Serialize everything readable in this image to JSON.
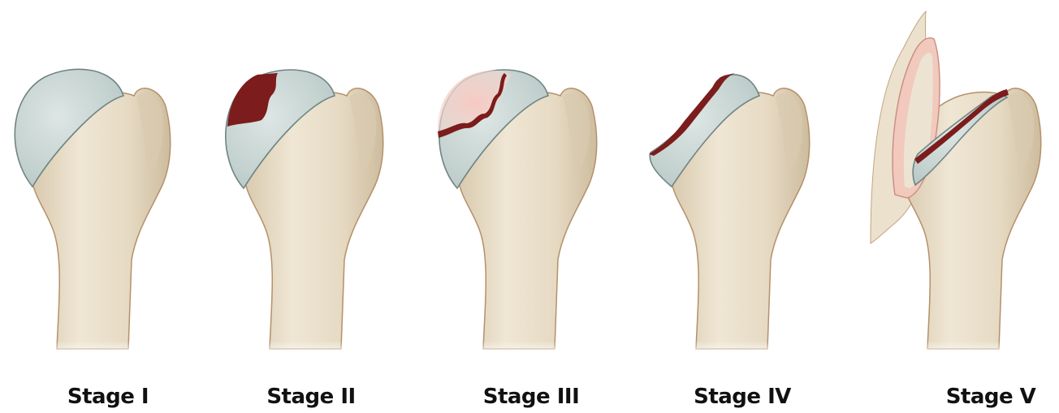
{
  "stages": [
    {
      "label": "Stage I"
    },
    {
      "label": "Stage II"
    },
    {
      "label": "Stage III"
    },
    {
      "label": "Stage IV"
    },
    {
      "label": "Stage V"
    }
  ],
  "colors": {
    "bone": "#eadfcb",
    "bone_shadow": "#cdbfa5",
    "bone_outline": "#b5906a",
    "cartilage": "#c9d6d4",
    "cartilage_outline": "#6f8583",
    "necrosis": "#7c1c1c",
    "inflamed": "#f0b6ae",
    "acetabulum": "#e9dcc6"
  }
}
